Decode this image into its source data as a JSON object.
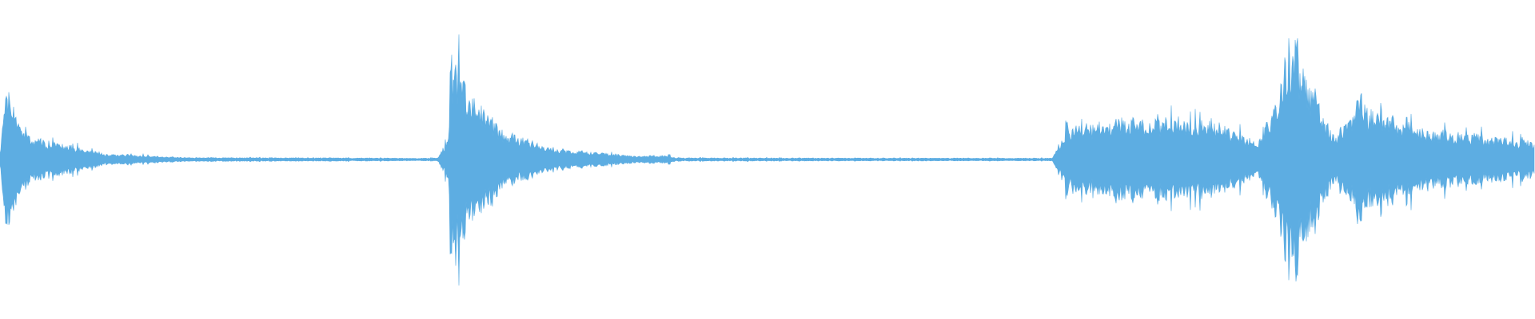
{
  "waveform": {
    "color": "#5dade2",
    "background": "#ffffff",
    "duration_ratio": 1.0,
    "envelope_segments": [
      {
        "start": 0.0,
        "end": 0.004,
        "amp_start": 0.06,
        "amp_end": 0.48
      },
      {
        "start": 0.004,
        "end": 0.02,
        "amp_start": 0.48,
        "amp_end": 0.16
      },
      {
        "start": 0.02,
        "end": 0.07,
        "amp_start": 0.16,
        "amp_end": 0.04
      },
      {
        "start": 0.07,
        "end": 0.12,
        "amp_start": 0.04,
        "amp_end": 0.015
      },
      {
        "start": 0.12,
        "end": 0.285,
        "amp_start": 0.015,
        "amp_end": 0.01
      },
      {
        "start": 0.285,
        "end": 0.292,
        "amp_start": 0.01,
        "amp_end": 0.16
      },
      {
        "start": 0.292,
        "end": 0.296,
        "amp_start": 0.16,
        "amp_end": 0.7
      },
      {
        "start": 0.296,
        "end": 0.305,
        "amp_start": 0.7,
        "amp_end": 0.52
      },
      {
        "start": 0.305,
        "end": 0.33,
        "amp_start": 0.52,
        "amp_end": 0.2
      },
      {
        "start": 0.33,
        "end": 0.36,
        "amp_start": 0.2,
        "amp_end": 0.08
      },
      {
        "start": 0.36,
        "end": 0.415,
        "amp_start": 0.08,
        "amp_end": 0.025
      },
      {
        "start": 0.415,
        "end": 0.43,
        "amp_start": 0.025,
        "amp_end": 0.03
      },
      {
        "start": 0.43,
        "end": 0.44,
        "amp_start": 0.03,
        "amp_end": 0.015
      },
      {
        "start": 0.44,
        "end": 0.686,
        "amp_start": 0.012,
        "amp_end": 0.01
      },
      {
        "start": 0.686,
        "end": 0.695,
        "amp_start": 0.01,
        "amp_end": 0.24
      },
      {
        "start": 0.695,
        "end": 0.725,
        "amp_start": 0.24,
        "amp_end": 0.28
      },
      {
        "start": 0.725,
        "end": 0.76,
        "amp_start": 0.28,
        "amp_end": 0.3
      },
      {
        "start": 0.76,
        "end": 0.79,
        "amp_start": 0.3,
        "amp_end": 0.28
      },
      {
        "start": 0.79,
        "end": 0.82,
        "amp_start": 0.28,
        "amp_end": 0.12
      },
      {
        "start": 0.82,
        "end": 0.832,
        "amp_start": 0.12,
        "amp_end": 0.45
      },
      {
        "start": 0.832,
        "end": 0.844,
        "amp_start": 0.45,
        "amp_end": 0.85
      },
      {
        "start": 0.844,
        "end": 0.856,
        "amp_start": 0.85,
        "amp_end": 0.48
      },
      {
        "start": 0.856,
        "end": 0.87,
        "amp_start": 0.48,
        "amp_end": 0.18
      },
      {
        "start": 0.87,
        "end": 0.885,
        "amp_start": 0.18,
        "amp_end": 0.4
      },
      {
        "start": 0.885,
        "end": 0.93,
        "amp_start": 0.4,
        "amp_end": 0.22
      },
      {
        "start": 0.93,
        "end": 1.0,
        "amp_start": 0.22,
        "amp_end": 0.13
      }
    ],
    "spikes": [
      {
        "pos": 0.004,
        "amp": 0.48
      },
      {
        "pos": 0.008,
        "amp": 0.32
      },
      {
        "pos": 0.294,
        "amp": 0.72
      },
      {
        "pos": 0.297,
        "amp": 0.66
      },
      {
        "pos": 0.3,
        "amp": 0.55
      },
      {
        "pos": 0.303,
        "amp": 0.58
      },
      {
        "pos": 0.306,
        "amp": 0.4
      },
      {
        "pos": 0.436,
        "amp": 0.035
      },
      {
        "pos": 0.695,
        "amp": 0.27
      },
      {
        "pos": 0.738,
        "amp": 0.3
      },
      {
        "pos": 0.755,
        "amp": 0.33
      },
      {
        "pos": 0.845,
        "amp": 0.88
      },
      {
        "pos": 0.885,
        "amp": 0.44
      },
      {
        "pos": 0.887,
        "amp": 0.46
      }
    ],
    "seed": 73
  }
}
